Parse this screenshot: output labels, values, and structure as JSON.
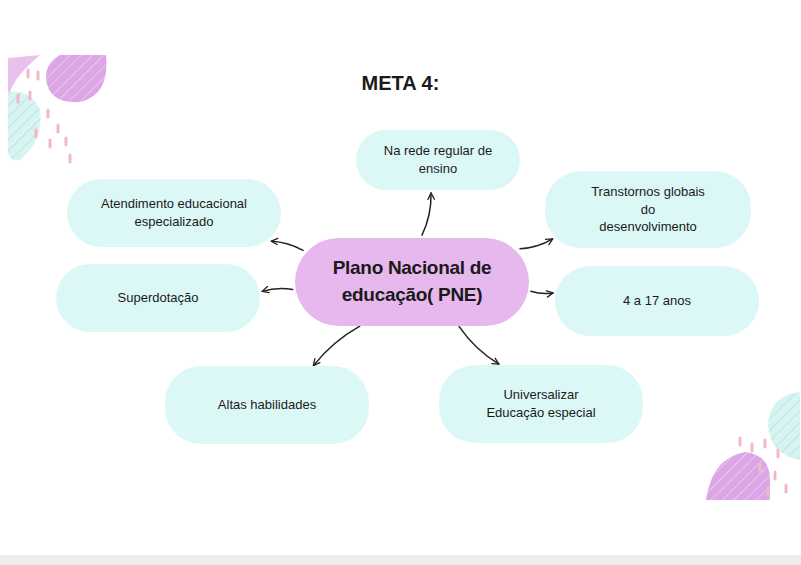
{
  "diagram": {
    "title": "META 4:",
    "nodes": [
      {
        "text": [
          "Na rede regular de ensino"
        ]
      },
      {
        "text": [
          "Atendimento educacional especializado"
        ]
      },
      {
        "text": [
          "Transtornos globais do desenvolvimento"
        ]
      },
      {
        "text": [
          "Plano Nacional de educação( PNE)"
        ]
      },
      {
        "text": [
          "Superdotação"
        ]
      },
      {
        "text": [
          "4 a 17 anos"
        ]
      },
      {
        "text": [
          "Altas habilidades"
        ]
      },
      {
        "text": [
          "Universalizar Educação especial"
        ]
      }
    ],
    "edges": [
      {
        "from": 3,
        "to": 0,
        "arrow": "to"
      },
      {
        "from": 3,
        "to": 1,
        "arrow": "to"
      },
      {
        "from": 3,
        "to": 2,
        "arrow": "to"
      },
      {
        "from": 3,
        "to": 4,
        "arrow": "to"
      },
      {
        "from": 3,
        "to": 5,
        "arrow": "to"
      },
      {
        "from": 3,
        "to": 6,
        "arrow": "to"
      },
      {
        "from": 3,
        "to": 7,
        "arrow": "to"
      }
    ]
  }
}
